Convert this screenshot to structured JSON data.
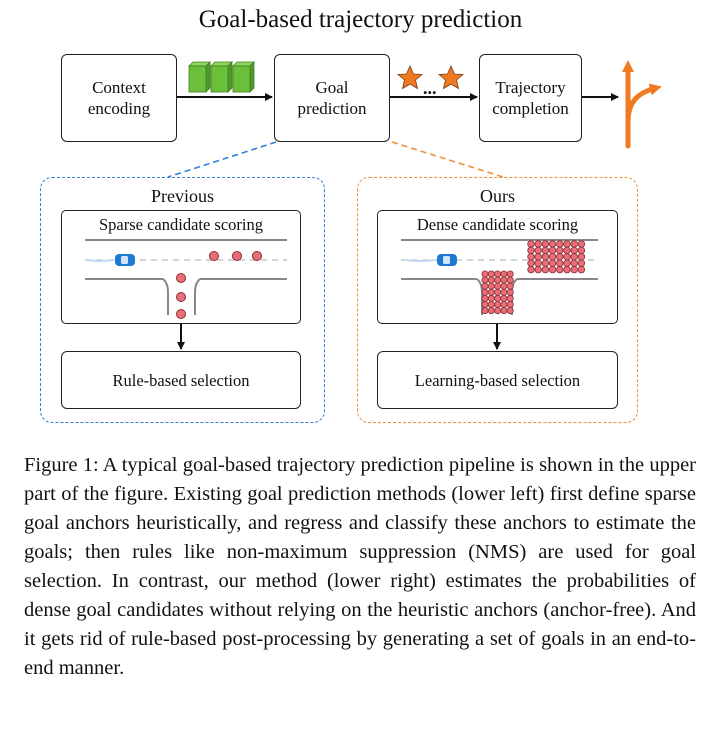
{
  "figure": {
    "title": "Goal-based trajectory prediction",
    "pipeline": {
      "context_box": [
        "Context",
        "encoding"
      ],
      "goal_box": [
        "Goal",
        "prediction"
      ],
      "traj_box": [
        "Trajectory",
        "completion"
      ],
      "ellipsis": "..."
    },
    "previous": {
      "label": "Previous",
      "scene_label": "Sparse candidate scoring",
      "selection": "Rule-based selection"
    },
    "ours": {
      "label": "Ours",
      "scene_label": "Dense candidate scoring",
      "selection": "Learning-based selection"
    },
    "colors": {
      "previous_border": "#2f7fd6",
      "ours_border": "#f0903a",
      "feature_green": "#6cbf3a",
      "star_orange": "#f07a22",
      "goal_dot": "#e86e78",
      "car_blue": "#1f78d1"
    }
  },
  "caption": "Figure 1:   A typical goal-based trajectory prediction pipeline is shown in the upper part of the figure.  Existing goal prediction methods (lower left) first define sparse goal anchors heuristically, and regress and classify these anchors to estimate the goals; then rules like non-maximum suppression (NMS) are used for goal selection.  In contrast, our method (lower right) estimates the probabilities of dense goal candidates without relying on the heuristic anchors (anchor-free).  And it gets rid of rule-based post-processing by generating a set of goals in an end-to-end manner."
}
